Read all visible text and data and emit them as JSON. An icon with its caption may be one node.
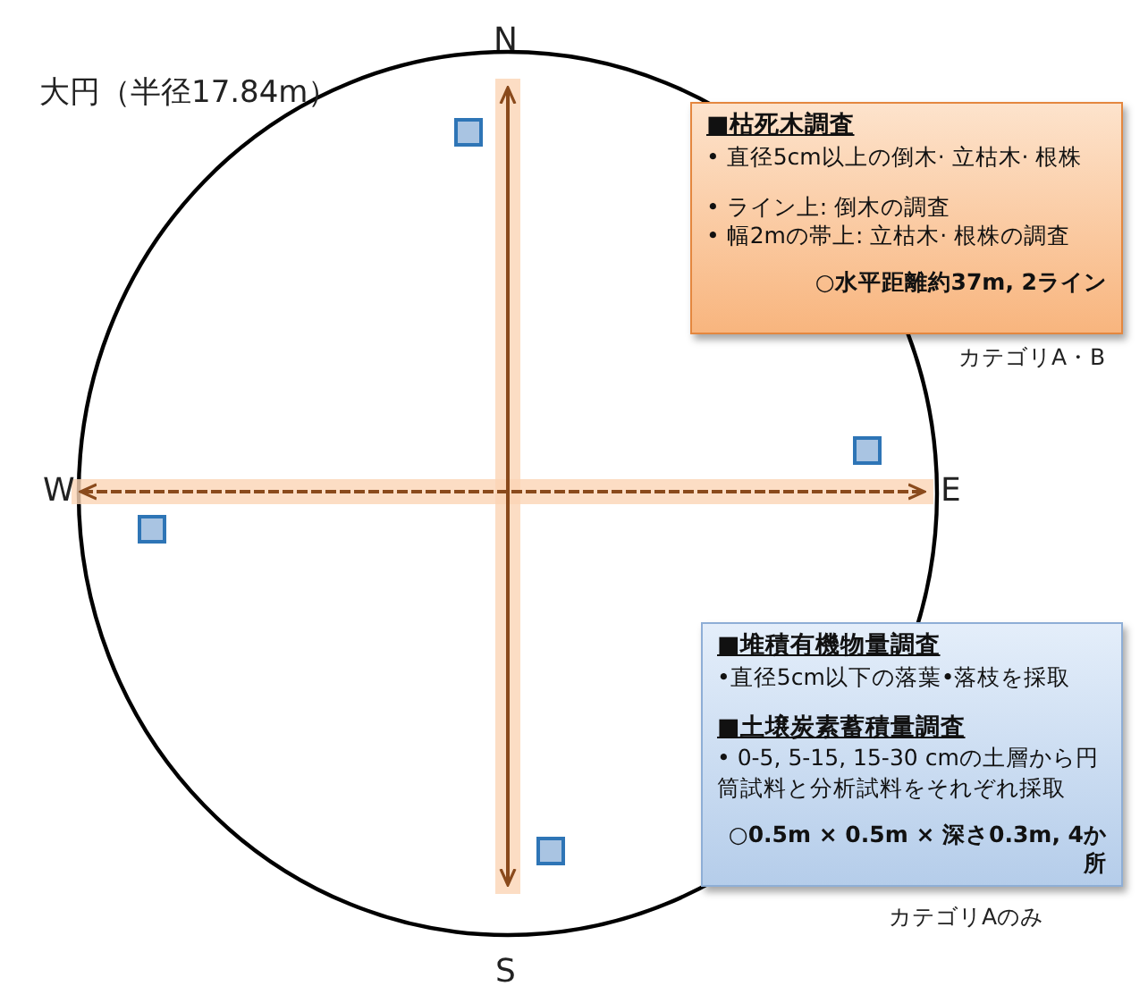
{
  "diagram": {
    "nodes": [
      {
        "text": [
          "■枯死木調査",
          "• 直径5cm以上の倒木· 立枯木· 根株",
          "• ライン上: 倒木の調査",
          "• 幅2mの帯上: 立枯木· 根株の調査",
          "○水平距離約37m, 2ライン"
        ]
      },
      {
        "text": [
          "■堆積有機物量調査",
          "•直径5cm以下の落葉•落枝を採取",
          "■土壌炭素蓄積量調査",
          "• 0-5, 5-15, 15-30 cmの土層から円筒試料と分析試料をそれぞれ採取",
          "○0.5m × 0.5m × 深さ0.3m, 4か所"
        ]
      }
    ],
    "edges": [],
    "labels": [
      "N",
      "大円（半径17.84m）",
      "カテゴリA・B",
      "W",
      "E",
      "カテゴリAのみ",
      "S"
    ]
  }
}
